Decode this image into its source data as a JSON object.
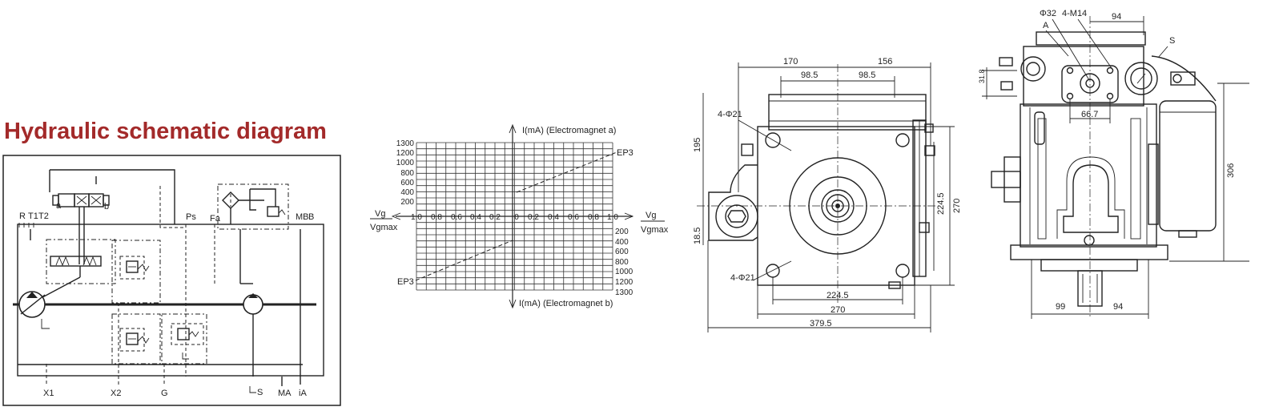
{
  "title": "Hydraulic schematic diagram",
  "schematic": {
    "ports": {
      "R": "R",
      "T1": "T1",
      "T2": "T2",
      "Ps": "Ps",
      "Fa": "Fa",
      "MB": "MB",
      "B": "B",
      "a": "a",
      "b": "b",
      "X1": "X1",
      "X2": "X2",
      "G": "G",
      "S": "S",
      "MA": "MA",
      "iA": "iA"
    }
  },
  "chart": {
    "y_axis_top": "I(mA) (Electromagnet a)",
    "y_axis_bottom": "I(mA) (Electromagnet b)",
    "x_label_num": "Vg",
    "x_label_den": "Vgmax",
    "curve_top": "EP3",
    "curve_bottom": "EP3",
    "top_ticks": [
      "1300",
      "1200",
      "1000",
      "800",
      "600",
      "400",
      "200"
    ],
    "bottom_ticks": [
      "200",
      "400",
      "600",
      "800",
      "1000",
      "1200",
      "1300"
    ],
    "x_ticks": [
      "1.0",
      "0.8",
      "0.6",
      "0.4",
      "0.2",
      "0",
      "0.2",
      "0.4",
      "0.6",
      "0.8",
      "1.0"
    ]
  },
  "front_view": {
    "dims": {
      "w170": "170",
      "w156": "156",
      "w98a": "98.5",
      "w98b": "98.5",
      "hole_top": "4-Φ21",
      "hole_bot": "4-Φ21",
      "h195": "195",
      "h18": "18.5",
      "h224": "224.5",
      "h270": "270",
      "b224": "224.5",
      "b270": "270",
      "b379": "379.5"
    }
  },
  "side_view": {
    "dims": {
      "d32": "Φ32",
      "m14": "4-M14",
      "w94top": "94",
      "A": "A",
      "S": "S",
      "d8": "31.8",
      "d66": "66.7",
      "h306": "306",
      "w99": "99",
      "w94bot": "94"
    }
  }
}
